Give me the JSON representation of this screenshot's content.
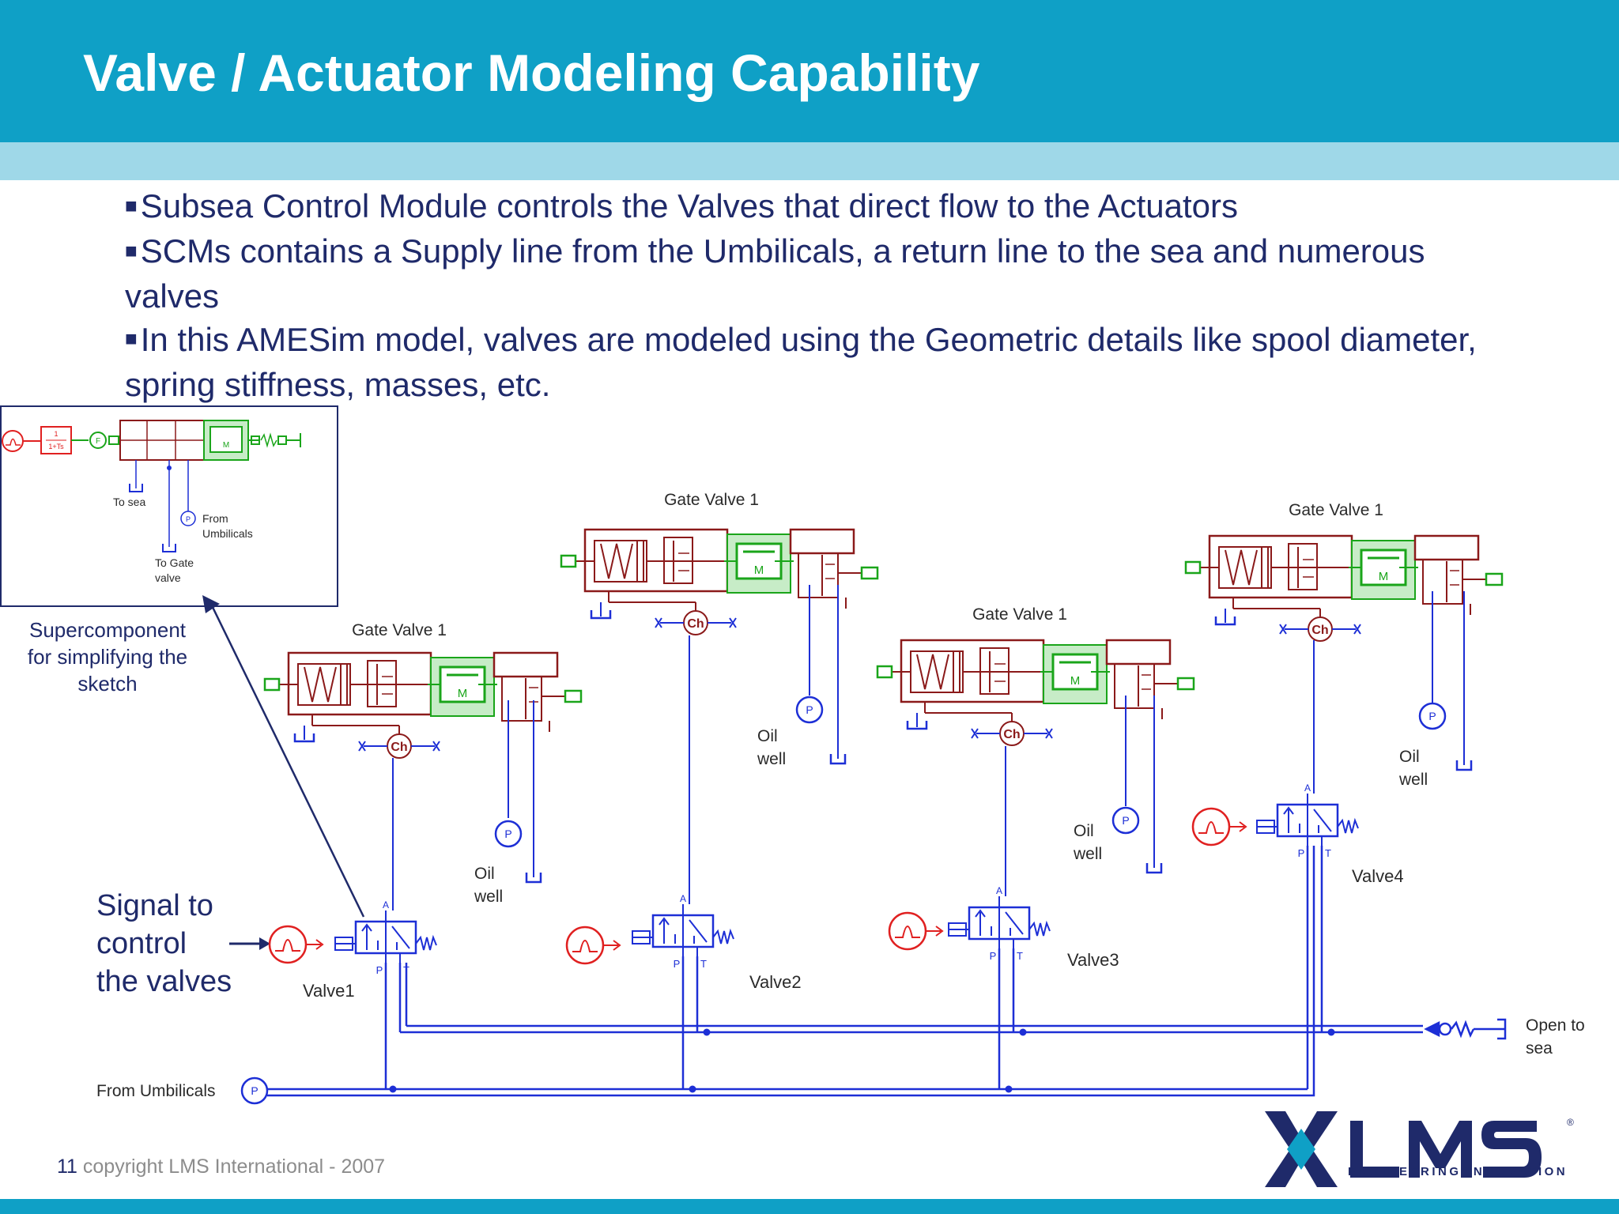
{
  "header": {
    "title": "Valve / Actuator Modeling Capability"
  },
  "bullets": [
    "Subsea Control Module controls the Valves that direct flow to the Actuators",
    "SCMs contains a Supply line from the Umbilicals, a return line to the sea and numerous valves",
    "In this AMESim model, valves are modeled using the Geometric details like spool diameter, spring stiffness, masses, etc."
  ],
  "inset": {
    "to_sea": "To sea",
    "from_umbilicals_1": "From",
    "from_umbilicals_2": "Umbilicals",
    "to_gate_valve_1": "To Gate",
    "to_gate_valve_2": "valve",
    "lag_top": "1",
    "lag_bottom": "1+Ts"
  },
  "supercomponent_note": [
    "Supercomponent",
    "for simplifying the",
    "sketch"
  ],
  "signal_note": [
    "Signal to",
    "control",
    "the valves"
  ],
  "diagram": {
    "gate_valve_label": "Gate Valve 1",
    "valve_labels": [
      "Valve1",
      "Valve2",
      "Valve3",
      "Valve4"
    ],
    "oil_well": [
      "Oil",
      "well"
    ],
    "from_umbilicals": "From Umbilicals",
    "open_to_sea": [
      "Open to",
      "sea"
    ],
    "port_a": "A",
    "port_p": "P",
    "port_t": "T",
    "chamber": "Ch",
    "mass": "M",
    "pressure_source": "P"
  },
  "footer": {
    "page": "11",
    "copyright": "copyright LMS International - 2007"
  },
  "logo": {
    "name": "LMS",
    "tagline": "ENGINEERING INNOVATION",
    "reg": "®"
  },
  "colors": {
    "header": "#0fa0c6",
    "header_band": "#9fd8e8",
    "text_navy": "#1f2a6a",
    "actuator_red": "#8b1a1a",
    "mass_green": "#1aa51a",
    "hydraulic_blue": "#1d2fd6",
    "signal_red": "#e02020"
  }
}
